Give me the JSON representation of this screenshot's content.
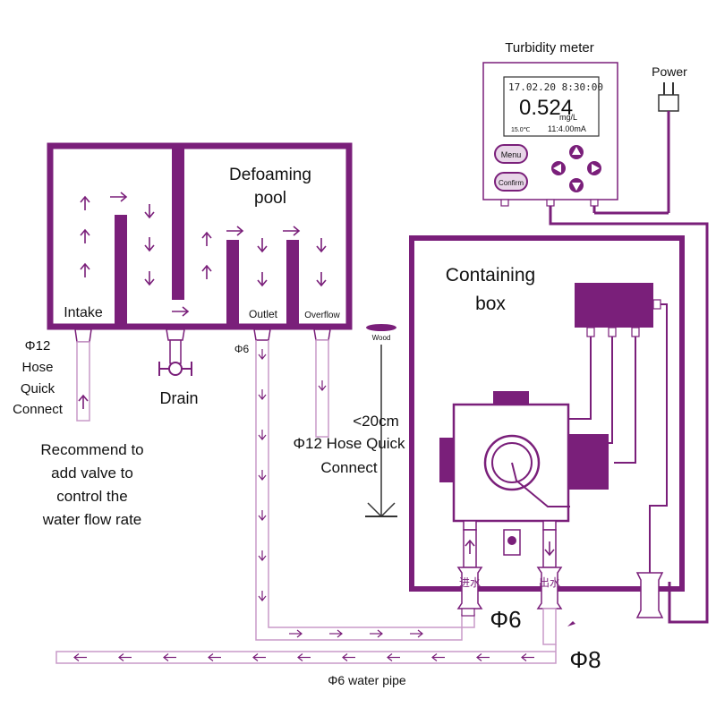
{
  "colors": {
    "purple": "#7a1f7a",
    "purple_light": "#c89ac8",
    "screen_bg": "#ffffff",
    "text": "#111111"
  },
  "meter": {
    "title": "Turbidity meter",
    "datetime": "17.02.20 8:30:00",
    "value": "0.524",
    "unit": "mg/L",
    "temp": "15.0℃",
    "current": "11:4.00mA",
    "menu_label": "Menu",
    "confirm_label": "Confirm"
  },
  "power": {
    "label": "Power"
  },
  "pool": {
    "title_line1": "Defoaming",
    "title_line2": "pool",
    "intake": "Intake",
    "outlet": "Outlet",
    "overflow": "Overflow",
    "drain": "Drain"
  },
  "box": {
    "title_line1": "Containing",
    "title_line2": "box"
  },
  "labels": {
    "phi12_line1": "Φ12",
    "phi12_line2": "Hose",
    "phi12_line3": "Quick",
    "phi12_line4": "Connect",
    "recommend_line1": "Recommend to",
    "recommend_line2": "add valve to",
    "recommend_line3": "control the",
    "recommend_line4": "water flow rate",
    "phi6_small": "Φ6",
    "wood": "Wood",
    "height": "<20cm",
    "phi12_right_line1": "Φ12 Hose Quick",
    "phi12_right_line2": "Connect",
    "inlet_cn": "进水",
    "outlet_cn": "出水",
    "phi6_big": "Φ6",
    "phi8_big": "Φ8",
    "pipe_caption": "Φ6 water pipe"
  },
  "icons": [
    "up-arrow-icon",
    "down-arrow-icon",
    "right-arrow-icon",
    "left-arrow-icon",
    "power-plug-icon",
    "drain-valve-icon"
  ]
}
